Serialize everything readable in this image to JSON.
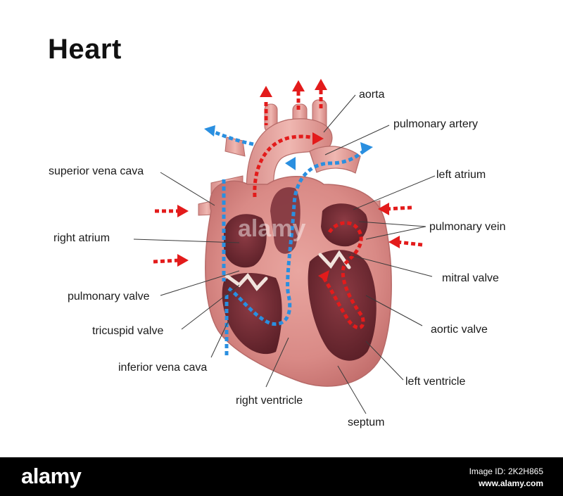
{
  "title": "Heart",
  "labels": {
    "aorta": "aorta",
    "pulmonary_artery": "pulmonary artery",
    "superior_vena_cava": "superior vena cava",
    "left_atrium": "left atrium",
    "pulmonary_vein": "pulmonary vein",
    "right_atrium": "right atrium",
    "mitral_valve": "mitral valve",
    "pulmonary_valve": "pulmonary valve",
    "aortic_valve": "aortic valve",
    "tricuspid_valve": "tricuspid valve",
    "inferior_vena_cava": "inferior vena cava",
    "left_ventricle": "left ventricle",
    "right_ventricle": "right ventricle",
    "septum": "septum"
  },
  "flow_colors": {
    "oxygenated": "#e31b1b",
    "deoxygenated": "#2a8fe0"
  },
  "watermark": "alamy",
  "footer": {
    "brand": "alamy",
    "image_id": "Image ID: 2K2H865",
    "site": "www.alamy.com"
  }
}
